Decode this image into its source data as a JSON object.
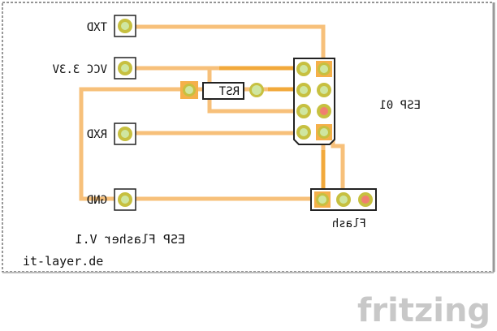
{
  "board": {
    "pin_labels": {
      "txd": "TXD",
      "vcc": "VCC 3.3V",
      "rxd": "RXD",
      "gnd": "GND"
    },
    "button_label": "RST",
    "module_label": "ESP 01",
    "header_label": "Flash",
    "credit_line1": "ESP Flasher V.1",
    "credit_line2": "it-layer.de"
  },
  "brand": {
    "logo_text": "fritzing"
  },
  "colors": {
    "trace": "#f7c07a",
    "trace_dark": "#f2a93b",
    "pad_ring": "#c7c040",
    "pad_fill": "#cfe6a0",
    "pad_square": "#f5b04a",
    "pad_red": "#f08070",
    "outline": "#222222",
    "logo": "#c8c8c8"
  }
}
